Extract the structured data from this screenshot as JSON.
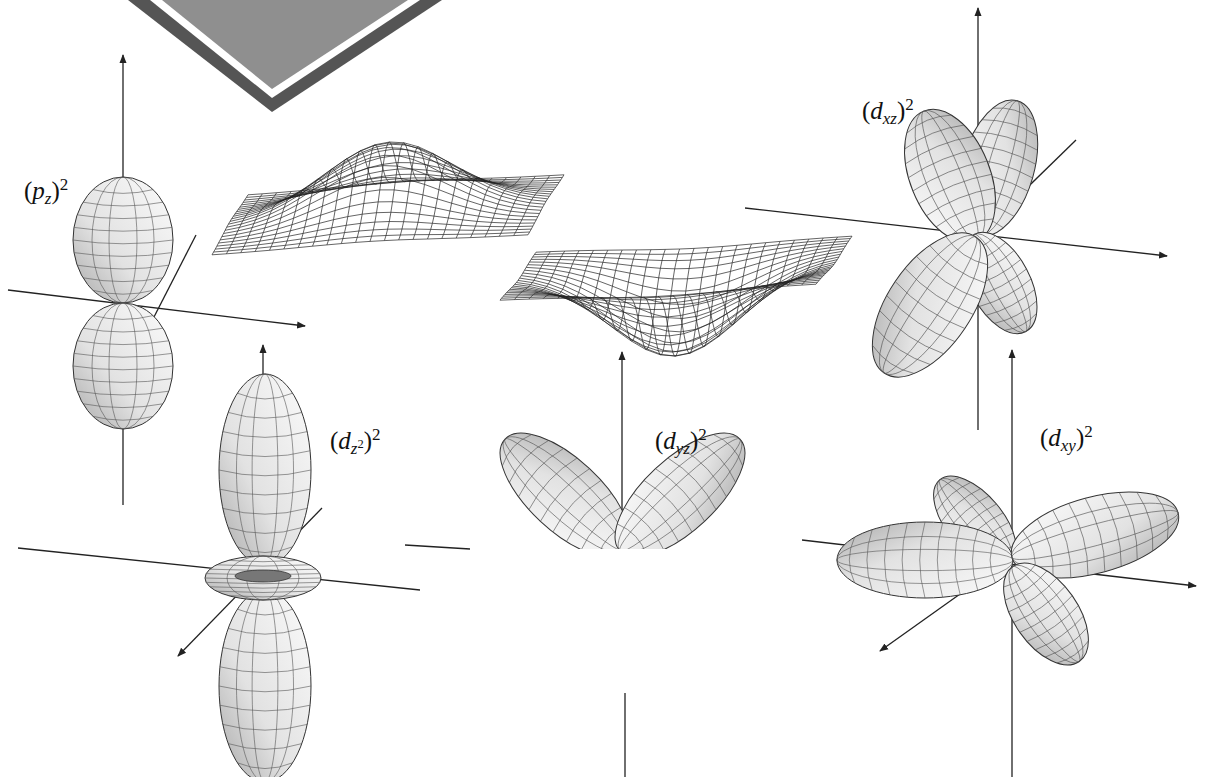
{
  "diagram": {
    "labels": [
      "(pz)2",
      "(dxz)2",
      "(dz2)2",
      "(dyz)2",
      "(dxy)2"
    ]
  }
}
